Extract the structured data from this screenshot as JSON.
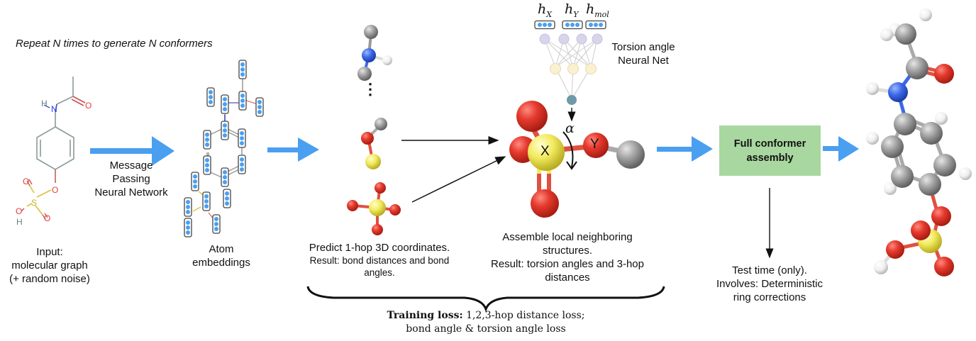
{
  "header": {
    "repeat_caption": "Repeat N times to generate N conformers"
  },
  "input": {
    "caption_line1": "Input:",
    "caption_line2": "molecular graph",
    "caption_line3": "(+ random noise)",
    "atoms": {
      "H1": "H",
      "N": "N",
      "O_carbonyl": "O",
      "O_ester": "O",
      "S": "S",
      "O_s1": "O",
      "O_s2": "O",
      "O_h": "O",
      "H2": "H"
    }
  },
  "mpnn": {
    "label_line1": "Message",
    "label_line2": "Passing",
    "label_line3": "Neural Network"
  },
  "embeddings": {
    "caption_line1": "Atom",
    "caption_line2": "embeddings"
  },
  "one_hop": {
    "ellipsis": "⋮",
    "caption_line1": "Predict 1-hop 3D coordinates.",
    "caption_line2": "Result: bond distances and bond",
    "caption_line3": "angles."
  },
  "torsion": {
    "inputs": [
      {
        "main": "h",
        "sub": "X"
      },
      {
        "main": "h",
        "sub": "Y"
      },
      {
        "main": "h",
        "sub": "mol"
      }
    ],
    "net_label_line1": "Torsion angle",
    "net_label_line2": "Neural Net",
    "alpha": "α",
    "atom_x": "X",
    "atom_y": "Y",
    "caption_line1": "Assemble local neighboring",
    "caption_line2": "structures.",
    "caption_line3": "Result: torsion angles and 3-hop",
    "caption_line4": "distances"
  },
  "assembly": {
    "box_line1": "Full conformer",
    "box_line2": "assembly",
    "note_line1": "Test time (only).",
    "note_line2": "Involves: Deterministic",
    "note_line3": "ring corrections"
  },
  "training": {
    "bold": "Training loss:",
    "rest_line1": " 1,2,3-hop distance loss;",
    "line2": "bond angle & torsion angle loss"
  },
  "colors": {
    "arrow_blue": "#4a9ff0",
    "oxygen_red": "#e03a2f",
    "sulfur_yellow": "#f2ec6a",
    "carbon_gray": "#9a9a9a",
    "nitrogen_blue": "#3b6be0",
    "hydrogen_white": "#f4f4f4",
    "box_green": "#a8d8a0",
    "nn_input_purple": "#d8d4ec",
    "nn_hidden_yellow": "#fbf0cf",
    "nn_output_teal": "#6f9aa8",
    "embedding_dot": "#4a9ff0"
  }
}
